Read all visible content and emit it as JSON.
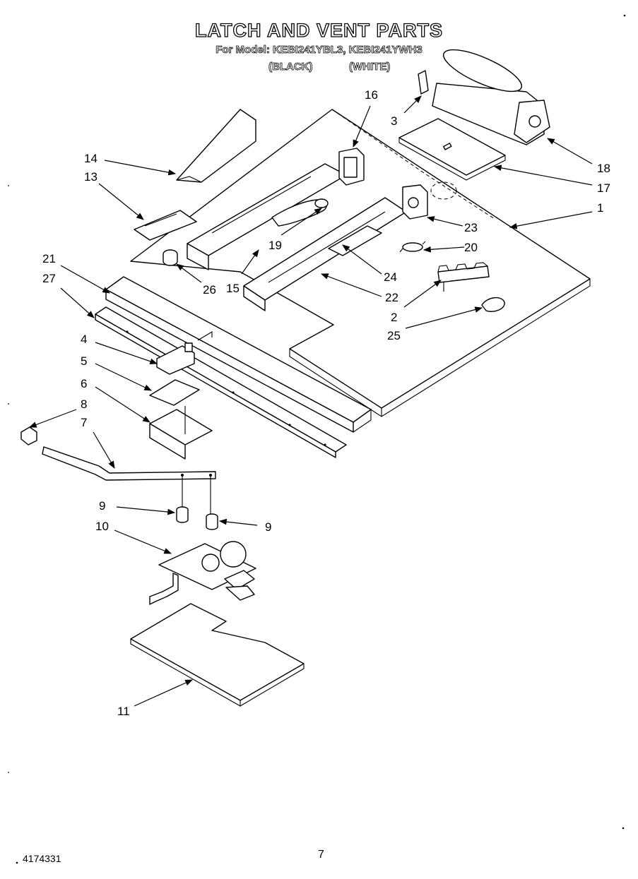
{
  "header": {
    "title": "LATCH AND VENT PARTS",
    "subtitle": "For Model: KEBI241YBL3, KEBI241YWH3",
    "variant_black": "(BLACK)",
    "variant_white": "(WHITE)"
  },
  "footer": {
    "code": "4174331",
    "page": "7"
  },
  "callouts": [
    {
      "id": "c16",
      "label": "16"
    },
    {
      "id": "c3",
      "label": "3"
    },
    {
      "id": "c18",
      "label": "18"
    },
    {
      "id": "c17",
      "label": "17"
    },
    {
      "id": "c1",
      "label": "1"
    },
    {
      "id": "c14",
      "label": "14"
    },
    {
      "id": "c13",
      "label": "13"
    },
    {
      "id": "c19",
      "label": "19"
    },
    {
      "id": "c23",
      "label": "23"
    },
    {
      "id": "c20",
      "label": "20"
    },
    {
      "id": "c21",
      "label": "21"
    },
    {
      "id": "c27",
      "label": "27"
    },
    {
      "id": "c26",
      "label": "26"
    },
    {
      "id": "c15",
      "label": "15"
    },
    {
      "id": "c24",
      "label": "24"
    },
    {
      "id": "c22",
      "label": "22"
    },
    {
      "id": "c2",
      "label": "2"
    },
    {
      "id": "c25",
      "label": "25"
    },
    {
      "id": "c4",
      "label": "4"
    },
    {
      "id": "c5",
      "label": "5"
    },
    {
      "id": "c6",
      "label": "6"
    },
    {
      "id": "c8",
      "label": "8"
    },
    {
      "id": "c7",
      "label": "7"
    },
    {
      "id": "c9a",
      "label": "9"
    },
    {
      "id": "c9b",
      "label": "9"
    },
    {
      "id": "c10",
      "label": "10"
    },
    {
      "id": "c11",
      "label": "11"
    }
  ]
}
